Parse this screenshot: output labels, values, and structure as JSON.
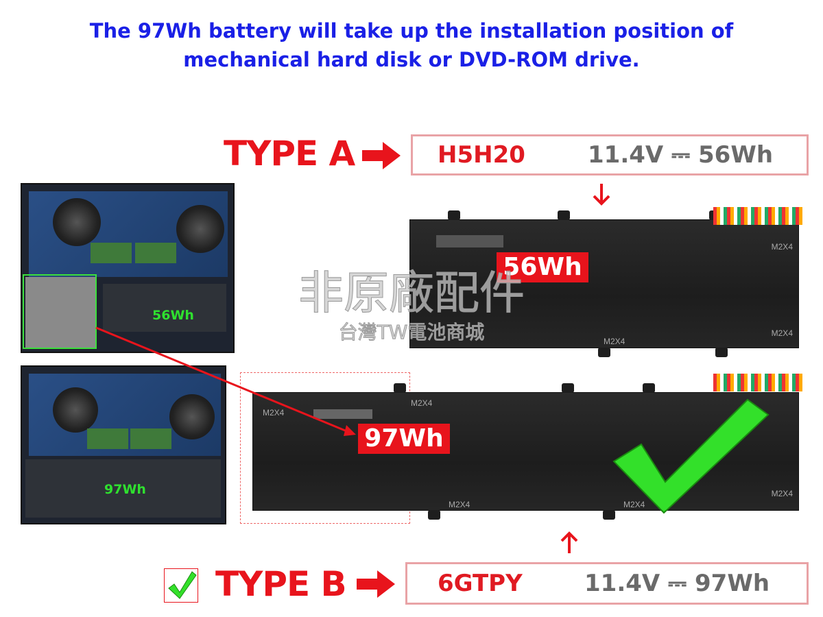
{
  "header": {
    "line1": "The 97Wh battery will take up the installation position of",
    "line2": "mechanical hard disk or DVD-ROM drive."
  },
  "type_a": {
    "label": "TYPE A",
    "model": "H5H20",
    "spec": "11.4V ⎓ 56Wh",
    "battery_label": "56Wh"
  },
  "type_b": {
    "label": "TYPE B",
    "model": "6GTPY",
    "spec": "11.4V ⎓ 97Wh",
    "battery_label": "97Wh"
  },
  "laptops": {
    "top_label": "56Wh",
    "bottom_label": "97Wh"
  },
  "screw_label": "M2X4",
  "watermark": {
    "line1": "非原廠配件",
    "line2": "台灣TW電池商城"
  },
  "colors": {
    "title": "#1a20e6",
    "red": "#e8141c",
    "green": "#2fe02f",
    "spec_border": "#e9a3a6"
  }
}
